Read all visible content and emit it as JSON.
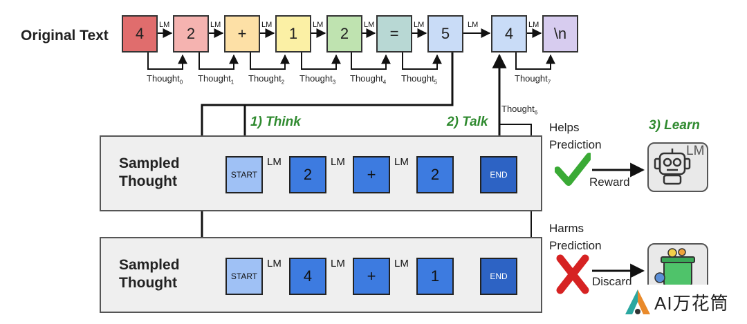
{
  "original_text_label": "Original Text",
  "tokens": [
    {
      "text": "4",
      "color": "#e06d6d"
    },
    {
      "text": "2",
      "color": "#f5b3b0"
    },
    {
      "text": "+",
      "color": "#fde0a6"
    },
    {
      "text": "1",
      "color": "#fbf0a5"
    },
    {
      "text": "2",
      "color": "#bfe3b0"
    },
    {
      "text": "=",
      "color": "#b8d8d4"
    },
    {
      "text": "5",
      "color": "#c9dcf7"
    },
    {
      "text": "4",
      "color": "#c9dcf7"
    },
    {
      "text": "\\n",
      "color": "#d7ccef"
    }
  ],
  "lm_label": "LM",
  "thoughts": [
    {
      "base": "Thought",
      "sub": "0"
    },
    {
      "base": "Thought",
      "sub": "1"
    },
    {
      "base": "Thought",
      "sub": "2"
    },
    {
      "base": "Thought",
      "sub": "3"
    },
    {
      "base": "Thought",
      "sub": "4"
    },
    {
      "base": "Thought",
      "sub": "5"
    },
    {
      "base": "Thought",
      "sub": "6"
    },
    {
      "base": "Thought",
      "sub": "7"
    }
  ],
  "steps": {
    "think": "1) Think",
    "talk": "2) Talk",
    "learn": "3) Learn"
  },
  "panels": [
    {
      "title_line1": "Sampled",
      "title_line2": "Thought",
      "boxes": [
        "START",
        "2",
        "+",
        "2",
        "END"
      ]
    },
    {
      "title_line1": "Sampled",
      "title_line2": "Thought",
      "boxes": [
        "START",
        "4",
        "+",
        "1",
        "END"
      ]
    }
  ],
  "helps": {
    "line1": "Helps",
    "line2": "Prediction",
    "action": "Reward"
  },
  "harms": {
    "line1": "Harms",
    "line2": "Prediction",
    "action": "Discard"
  },
  "robot_lm": "LM",
  "watermark": "AI万花筒",
  "colors": {
    "check": "#3aaa35",
    "cross": "#d62222",
    "green_text": "#2f8a2f"
  }
}
